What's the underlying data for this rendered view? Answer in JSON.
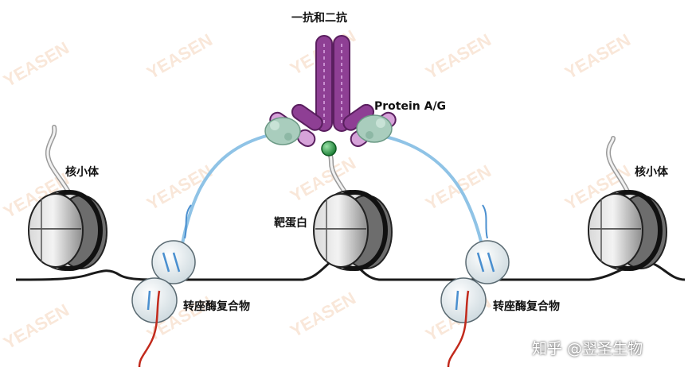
{
  "watermark_text": "YEASEN",
  "labels": {
    "antibody": "一抗和二抗",
    "protein_ag": "Protein A/G",
    "nucleosome_left": "核小体",
    "nucleosome_right": "核小体",
    "target_protein": "靶蛋白",
    "transposome_left": "转座酶复合物",
    "transposome_right": "转座酶复合物"
  },
  "credit": "知乎 @翌圣生物",
  "colors": {
    "antibody": "#8e3f94",
    "antibody_light": "#d6a3d9",
    "protein_ag": "#a9cdbd",
    "linker": "#8fc3e6",
    "target_bead": "#1f8f3f",
    "dna": "#1a1a1a",
    "nucleosome_light": "#e6e6e6",
    "nucleosome_dark": "#777777",
    "adapter_red": "#c22a1c",
    "adapter_blue": "#4a8fcf"
  }
}
